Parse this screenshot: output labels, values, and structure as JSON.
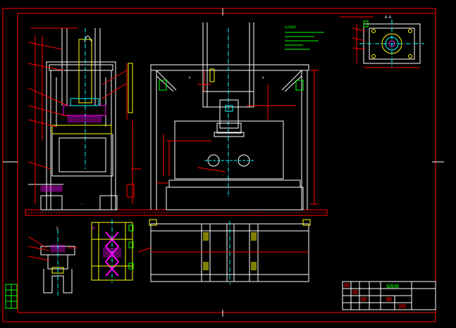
{
  "drawing": {
    "section_label": "A-A",
    "view_marks": [
      "A",
      "A"
    ],
    "notes_heading": "技术要求",
    "title_block": {
      "title": "装配图"
    }
  },
  "colors": {
    "background": "#000000",
    "border": "#ff0000",
    "frame": "#ffffff",
    "dimension": "#00ff00",
    "part_a": "#ffff00",
    "part_b": "#ff00ff",
    "part_c": "#00ffff"
  }
}
